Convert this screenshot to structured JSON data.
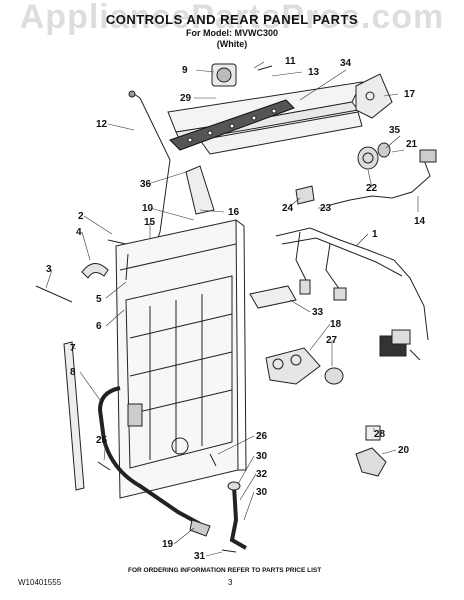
{
  "header": {
    "watermark": "AppliancePartsPros.com",
    "title": "CONTROLS AND REAR PANEL PARTS",
    "subtitle_line1": "For Model: MVWC300",
    "subtitle_line2": "(White)"
  },
  "callouts": [
    {
      "label": "11"
    },
    {
      "label": "9"
    },
    {
      "label": "13"
    },
    {
      "label": "34"
    },
    {
      "label": "29"
    },
    {
      "label": "17"
    },
    {
      "label": "12"
    },
    {
      "label": "35"
    },
    {
      "label": "21"
    },
    {
      "label": "36"
    },
    {
      "label": "22"
    },
    {
      "label": "10"
    },
    {
      "label": "24"
    },
    {
      "label": "23"
    },
    {
      "label": "2"
    },
    {
      "label": "15"
    },
    {
      "label": "16"
    },
    {
      "label": "14"
    },
    {
      "label": "4"
    },
    {
      "label": "1"
    },
    {
      "label": "3"
    },
    {
      "label": "5"
    },
    {
      "label": "33"
    },
    {
      "label": "6"
    },
    {
      "label": "18"
    },
    {
      "label": "7"
    },
    {
      "label": "27"
    },
    {
      "label": "8"
    },
    {
      "label": "25"
    },
    {
      "label": "26"
    },
    {
      "label": "28"
    },
    {
      "label": "30"
    },
    {
      "label": "20"
    },
    {
      "label": "32"
    },
    {
      "label": "30"
    },
    {
      "label": "19"
    },
    {
      "label": "31"
    }
  ],
  "footer": {
    "note": "FOR ORDERING INFORMATION REFER TO PARTS PRICE LIST",
    "doc_number": "W10401555",
    "page_number": "3"
  }
}
